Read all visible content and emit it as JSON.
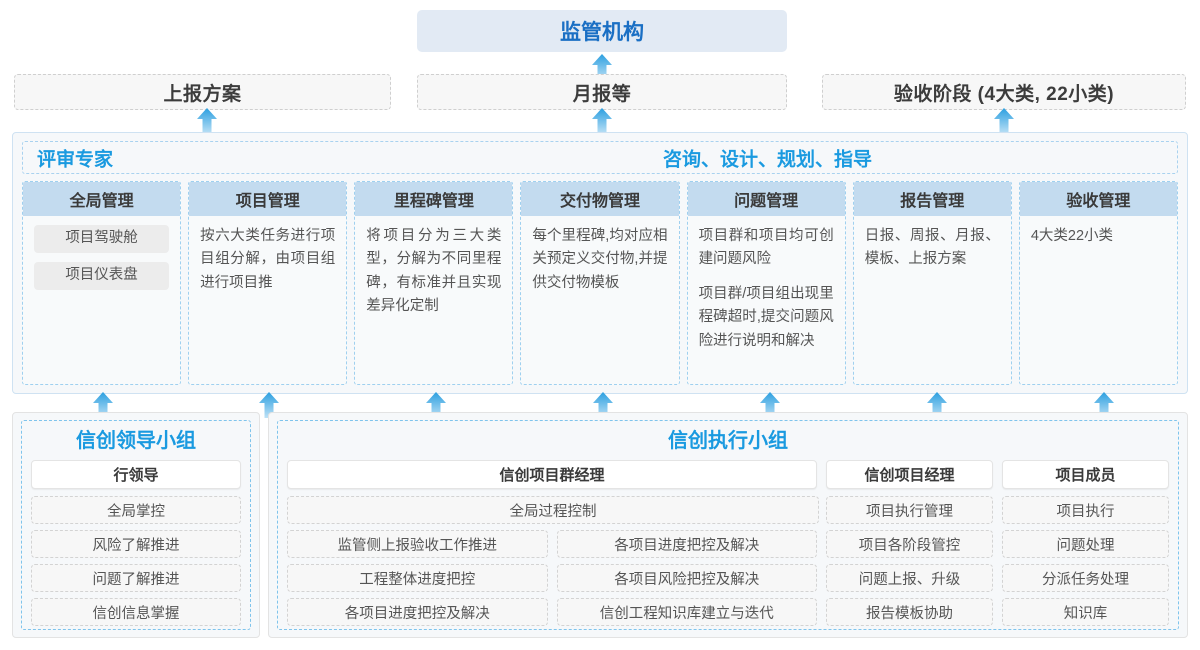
{
  "top": {
    "regulator": "监管机构"
  },
  "reports": [
    {
      "label": "上报方案"
    },
    {
      "label": "月报等"
    },
    {
      "label": "验收阶段 (4大类, 22小类)"
    }
  ],
  "middle": {
    "band_left": "评审专家",
    "band_right": "咨询、设计、规划、指导",
    "columns": [
      {
        "title": "全局管理",
        "pills": [
          "项目驾驶舱",
          "项目仪表盘"
        ],
        "paragraphs": []
      },
      {
        "title": "项目管理",
        "pills": [],
        "paragraphs": [
          "按六大类任务进行项目组分解，由项目组进行项目推"
        ]
      },
      {
        "title": "里程碑管理",
        "pills": [],
        "paragraphs": [
          "将项目分为三大类型，分解为不同里程碑，有标准并且实现差异化定制"
        ]
      },
      {
        "title": "交付物管理",
        "pills": [],
        "paragraphs": [
          "每个里程碑,均对应相关预定义交付物,并提供交付物模板"
        ]
      },
      {
        "title": "问题管理",
        "pills": [],
        "paragraphs": [
          "项目群和项目均可创建问题风险",
          "项目群/项目组出现里程碑超时,提交问题风险进行说明和解决"
        ]
      },
      {
        "title": "报告管理",
        "pills": [],
        "paragraphs": [
          "日报、周报、月报、模板、上报方案"
        ]
      },
      {
        "title": "验收管理",
        "pills": [],
        "paragraphs": [
          "4大类22小类"
        ]
      }
    ]
  },
  "bottom": {
    "leading_group": {
      "title": "信创领导小组",
      "role": "行领导",
      "tasks": [
        "全局掌控",
        "风险了解推进",
        "问题了解推进",
        "信创信息掌握"
      ]
    },
    "exec_group": {
      "title": "信创执行小组",
      "program_manager": {
        "role": "信创项目群经理",
        "full_task": "全局过程控制",
        "left_tasks": [
          "监管侧上报验收工作推进",
          "工程整体进度把控",
          "各项目进度把控及解决"
        ],
        "right_tasks": [
          "各项目进度把控及解决",
          "各项目风险把控及解决",
          "信创工程知识库建立与迭代"
        ]
      },
      "project_manager": {
        "role": "信创项目经理",
        "tasks": [
          "项目执行管理",
          "项目各阶段管控",
          "问题上报、升级",
          "报告模板协助"
        ]
      },
      "member": {
        "role": "项目成员",
        "tasks": [
          "项目执行",
          "问题处理",
          "分派任务处理",
          "知识库"
        ]
      }
    }
  },
  "colors": {
    "accent_blue": "#1a9ae0",
    "title_blue": "#1a6fc4",
    "header_fill": "#c3dbef",
    "top_fill": "#e2eaf4",
    "panel_fill": "#f6f8fa"
  }
}
